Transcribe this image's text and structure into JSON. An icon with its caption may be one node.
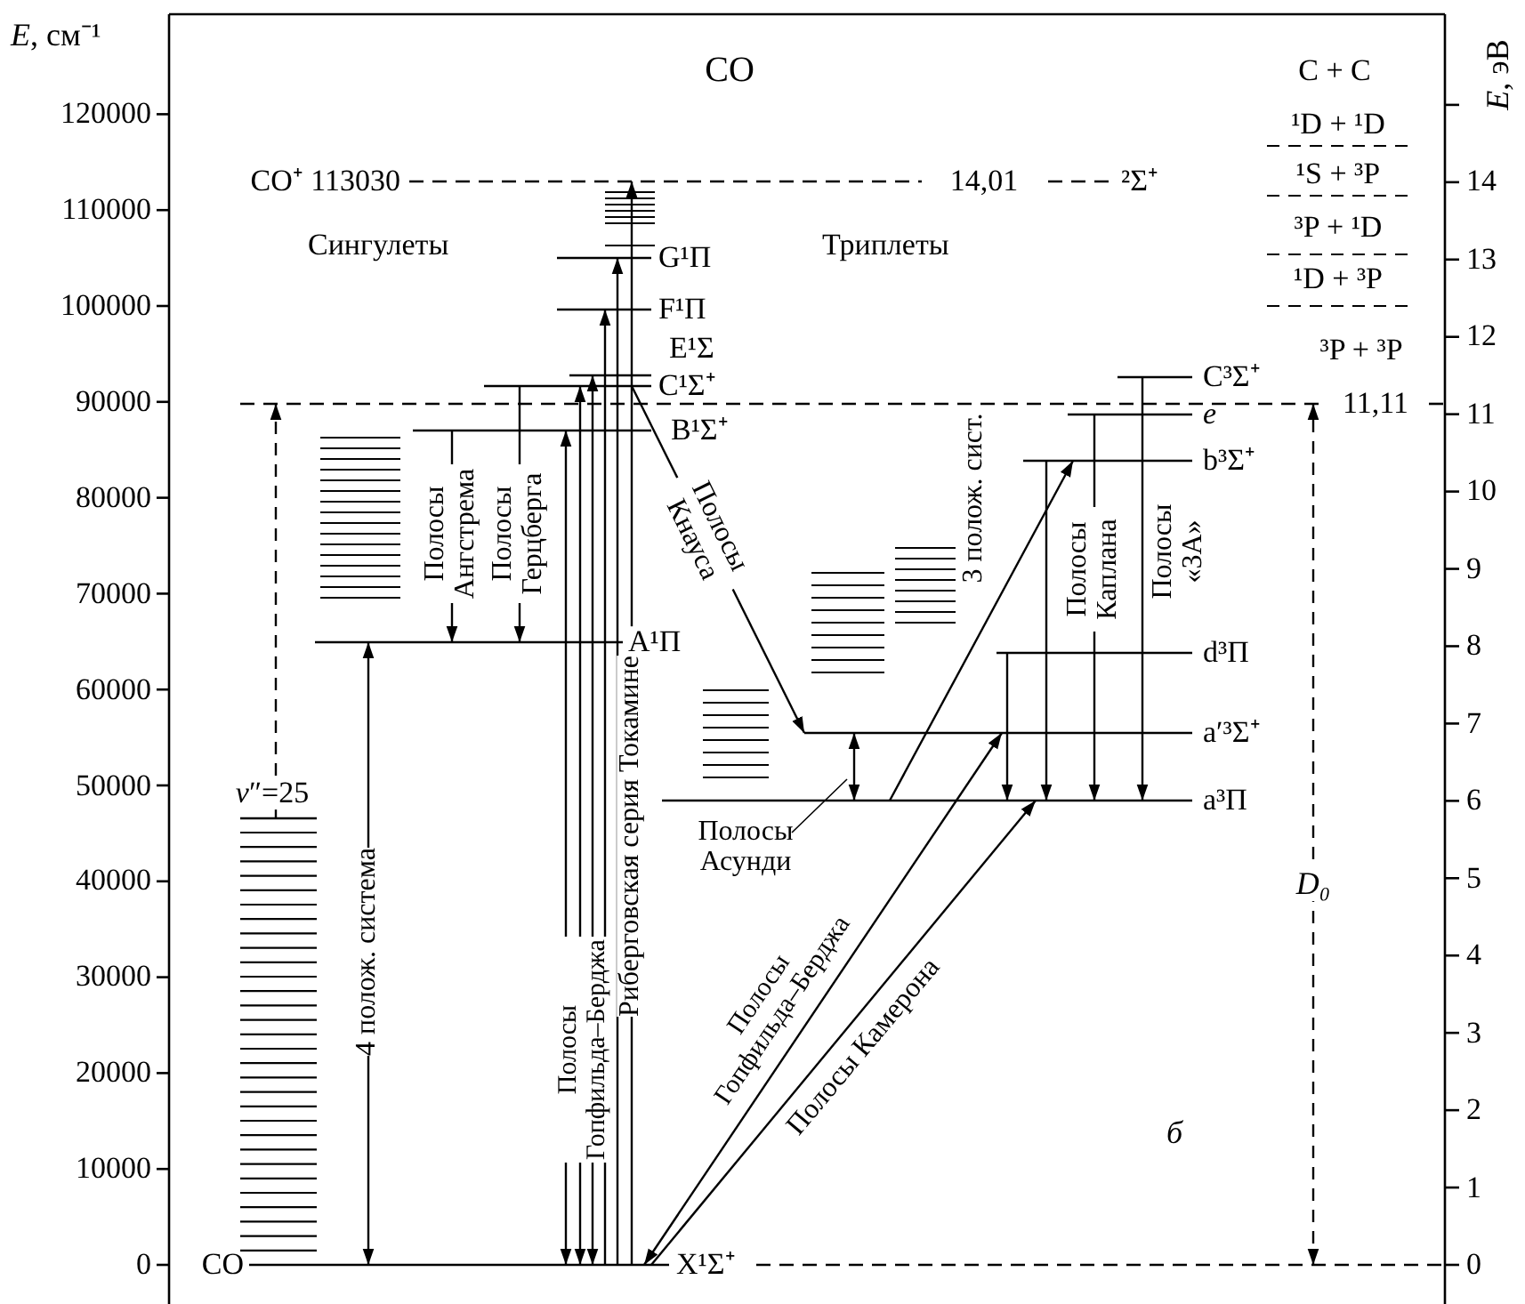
{
  "diagram": {
    "title": "CO",
    "nodes": [
      {
        "text": [],
        "shape": "line",
        "beside": [
          "CO",
          "X¹Σ⁺"
        ]
      },
      {
        "text": [],
        "shape": "line",
        "beside": [
          "A¹Π"
        ]
      },
      {
        "text": [],
        "shape": "line",
        "beside": [
          "B¹Σ⁺"
        ]
      },
      {
        "text": [],
        "shape": "line",
        "beside": [
          "C¹Σ⁺"
        ]
      },
      {
        "text": [],
        "shape": "line",
        "beside": [
          "E¹Σ"
        ]
      },
      {
        "text": [],
        "shape": "line",
        "beside": [
          "F¹Π"
        ]
      },
      {
        "text": [],
        "shape": "line",
        "beside": [
          "G¹Π"
        ]
      },
      {
        "text": [],
        "shape": "line",
        "beside": [
          "CO⁺ 113030",
          "14,01",
          "²Σ⁺"
        ]
      },
      {
        "text": [],
        "shape": "line",
        "beside": [
          "a³Π"
        ]
      },
      {
        "text": [],
        "shape": "line",
        "beside": [
          "a′³Σ⁺"
        ]
      },
      {
        "text": [],
        "shape": "line",
        "beside": [
          "d³Π"
        ]
      },
      {
        "text": [],
        "shape": "line",
        "beside": [
          "b³Σ⁺"
        ]
      },
      {
        "text": [],
        "shape": "line",
        "beside": [
          "e"
        ]
      },
      {
        "text": [],
        "shape": "line",
        "beside": [
          "C³Σ⁺"
        ]
      },
      {
        "text": [],
        "shape": "line",
        "beside": [
          "11,11"
        ]
      },
      {
        "text": [],
        "shape": "line",
        "beside": [
          "*v*″=25"
        ]
      }
    ],
    "edges": [
      {
        "from": 1,
        "to": 0,
        "arrow": "both",
        "label": "4 полож. система"
      },
      {
        "from": 2,
        "to": 1,
        "arrow": "to",
        "label": "Полосы Ангстрема"
      },
      {
        "from": 3,
        "to": 1,
        "arrow": "to",
        "label": "Полосы Герцберга"
      },
      {
        "from": 0,
        "to": 2,
        "arrow": "both",
        "label": "Полосы Гопфильда–Берджа"
      },
      {
        "from": 0,
        "to": 3,
        "arrow": "both"
      },
      {
        "from": 0,
        "to": 4,
        "arrow": "both"
      },
      {
        "from": 0,
        "to": 5,
        "arrow": "to"
      },
      {
        "from": 0,
        "to": 6,
        "arrow": "to"
      },
      {
        "from": 0,
        "to": 7,
        "arrow": "to",
        "label": "Риберговская серия Токамине"
      },
      {
        "from": 3,
        "to": 9,
        "arrow": "to",
        "label": "Полосы Кнауса"
      },
      {
        "from": 9,
        "to": 8,
        "arrow": "both",
        "label": "Полосы Асунди"
      },
      {
        "from": 8,
        "to": 11,
        "arrow": "to",
        "label": "3 полож. сист."
      },
      {
        "from": 10,
        "to": 8,
        "arrow": "to"
      },
      {
        "from": 11,
        "to": 8,
        "arrow": "to"
      },
      {
        "from": 12,
        "to": 8,
        "arrow": "to",
        "label": "Полосы Каплана"
      },
      {
        "from": 13,
        "to": 8,
        "arrow": "to",
        "label": "Полосы «3А»"
      },
      {
        "from": 0,
        "to": 9,
        "arrow": "both",
        "label": "Полосы Гопфильда–Берджа"
      },
      {
        "from": 0,
        "to": 8,
        "arrow": "to",
        "label": "Полосы Камерона"
      },
      {
        "from": 0,
        "to": 14,
        "arrow": "both",
        "style": "dashed",
        "label": "D₀"
      },
      {
        "from": 15,
        "to": 14,
        "arrow": "to",
        "style": "dashed"
      }
    ],
    "labels": [
      "*E*, см⁻¹",
      "*E*, эВ",
      "120000",
      "110000",
      "100000",
      "90000",
      "80000",
      "70000",
      "60000",
      "50000",
      "40000",
      "30000",
      "20000",
      "10000",
      "0",
      "Сингулеты",
      "Триплеты",
      "C + C",
      "¹D + ¹D",
      "¹S + ³P",
      "³P + ¹D",
      "¹D + ³P",
      "³P + ³P",
      "14",
      "13",
      "12",
      "11",
      "10",
      "9",
      "8",
      "7",
      "6",
      "5",
      "4",
      "3",
      "2",
      "1",
      "0",
      "б"
    ]
  }
}
